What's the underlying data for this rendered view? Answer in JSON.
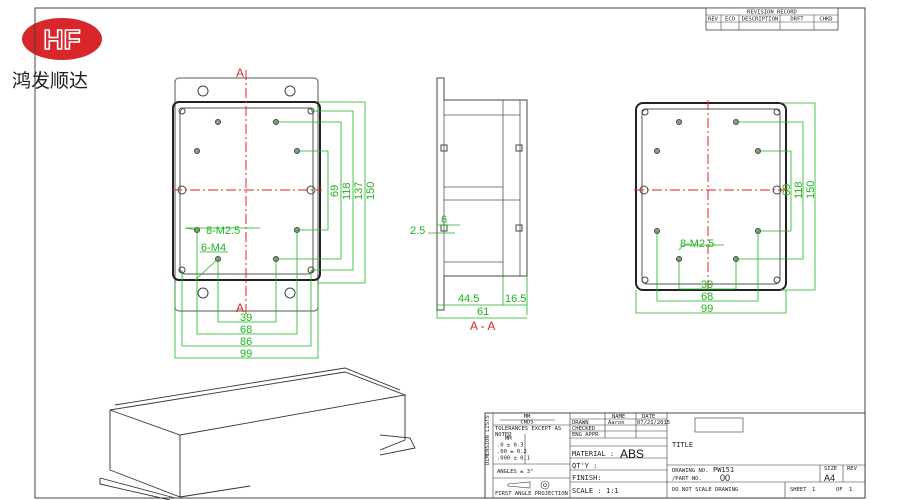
{
  "logo": {
    "mark": "HF",
    "company": "鸿发顺达",
    "color": "#d8262a"
  },
  "revision_record": {
    "title": "REVISION RECORD",
    "columns": [
      "REV",
      "ECO",
      "DESCRIPTION",
      "DRFT",
      "CHKD"
    ]
  },
  "front_view": {
    "section_label": "A",
    "callouts": [
      "8-M2.5",
      "6-M4"
    ],
    "vertical_dims": [
      "69",
      "118",
      "137",
      "150"
    ],
    "horizontal_dims": [
      "39",
      "68",
      "86",
      "99"
    ]
  },
  "section_view": {
    "title": "A - A",
    "dims": {
      "wall": "2.5",
      "lip": "6",
      "depth": "44.5",
      "lid": "16.5",
      "total": "61"
    }
  },
  "back_view": {
    "callout": "8-M2.5",
    "vertical_dims": [
      "69",
      "118",
      "150"
    ],
    "horizontal_dims": [
      "39",
      "68",
      "99"
    ]
  },
  "title_block": {
    "units": "MM",
    "units_sub": "CNDS",
    "tolerance_heading": "TOLERANCES EXCEPT AS NOTED",
    "tolerance_unit": "MM",
    "tolerances": [
      ".0 ± 0.3",
      ".00 ± 0.2",
      ".000 ± 0.1"
    ],
    "angles": "ANGLES ± 3°",
    "projection": "FIRST ANGLE PROJECTION",
    "side_label": "DIMENSION LISTS",
    "name_header": "NAME",
    "date_header": "DATE",
    "drawn_label": "DRAWN",
    "drawn_name": "Aaron",
    "drawn_date": "07/21/2015",
    "checked_label": "CHECKED",
    "eng_appr_label": "ENG APPR",
    "material_label": "MATERIAL :",
    "material": "ABS",
    "qty_label": "QT'Y :",
    "finish_label": "FINISH:",
    "scale_label": "SCALE :",
    "scale": "1:1",
    "title_label": "TITLE",
    "drawing_no_label": "DRAWING NO.",
    "drawing_no": "PW151",
    "part_no_label": "/PART  NO.",
    "part_no": "00",
    "size_label": "SIZE",
    "size": "A4",
    "rev_label": "REV",
    "note": "DO NOT SCALE DRAWING",
    "sheet_label": "SHEET",
    "sheet": "1",
    "of_label": "OF",
    "of": "1"
  },
  "colors": {
    "dimension": "#1db51d",
    "centerline": "#d8262a",
    "outline": "#333333"
  }
}
